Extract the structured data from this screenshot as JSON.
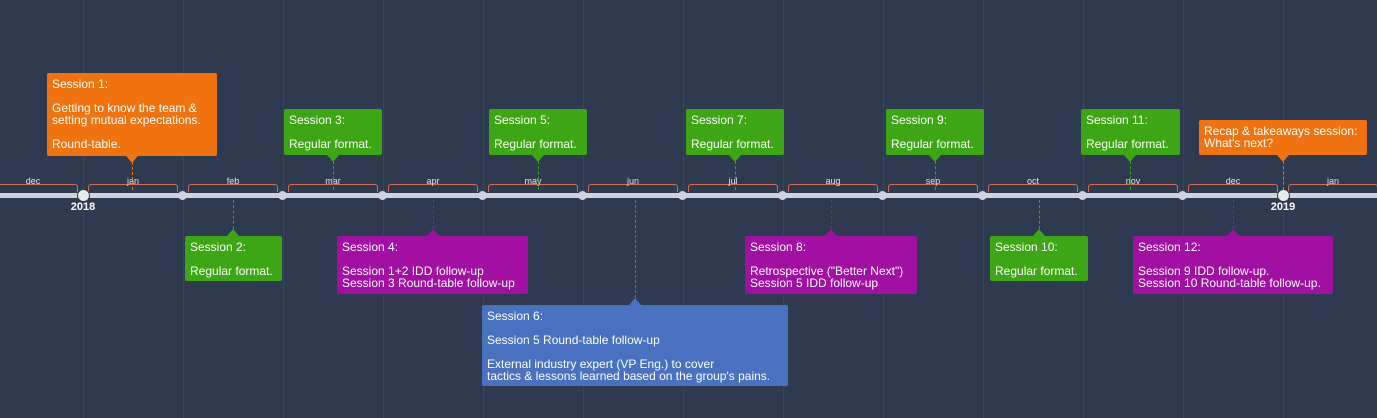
{
  "timeline": {
    "months": [
      "dec",
      "jan",
      "feb",
      "mar",
      "apr",
      "may",
      "jun",
      "jul",
      "aug",
      "sep",
      "oct",
      "nov",
      "dec",
      "jan"
    ],
    "years": [
      "2018",
      "2019"
    ]
  },
  "colors": {
    "background": "#2d3a4f",
    "orange": "#f0730f",
    "green": "#3da614",
    "purple": "#a20fa3",
    "blue": "#4a71c0"
  },
  "sessions": [
    {
      "id": "s1",
      "color": "orange",
      "title": "Session 1:",
      "lines": [
        "Getting to know the team &",
        "setting mutual expectations.",
        "",
        "Round-table."
      ]
    },
    {
      "id": "s2",
      "color": "green",
      "title": "Session 2:",
      "lines": [
        "Regular format."
      ]
    },
    {
      "id": "s3",
      "color": "green",
      "title": "Session 3:",
      "lines": [
        "Regular format."
      ]
    },
    {
      "id": "s4",
      "color": "purple",
      "title": "Session 4:",
      "lines": [
        "Session 1+2 IDD follow-up",
        "Session 3 Round-table follow-up"
      ]
    },
    {
      "id": "s5",
      "color": "green",
      "title": "Session 5:",
      "lines": [
        "Regular format."
      ]
    },
    {
      "id": "s6",
      "color": "blue",
      "title": "Session 6:",
      "lines": [
        "Session 5 Round-table follow-up",
        "",
        "External industry expert (VP Eng.) to cover",
        "tactics & lessons learned based on the group's pains."
      ]
    },
    {
      "id": "s7",
      "color": "green",
      "title": "Session 7:",
      "lines": [
        "Regular format."
      ]
    },
    {
      "id": "s8",
      "color": "purple",
      "title": "Session 8:",
      "lines": [
        "Retrospective (\"Better Next\")",
        "Session 5 IDD follow-up"
      ]
    },
    {
      "id": "s9",
      "color": "green",
      "title": "Session 9:",
      "lines": [
        "Regular format."
      ]
    },
    {
      "id": "s10",
      "color": "green",
      "title": "Session 10:",
      "lines": [
        "Regular format."
      ]
    },
    {
      "id": "s11",
      "color": "green",
      "title": "Session 11:",
      "lines": [
        "Regular format."
      ]
    },
    {
      "id": "s12",
      "color": "purple",
      "title": "Session 12:",
      "lines": [
        "Session 9 IDD follow-up.",
        "Session 10 Round-table follow-up."
      ]
    },
    {
      "id": "recap",
      "color": "orange",
      "title": "",
      "lines": [
        "Recap & takeaways session:",
        "What's next?"
      ]
    }
  ]
}
